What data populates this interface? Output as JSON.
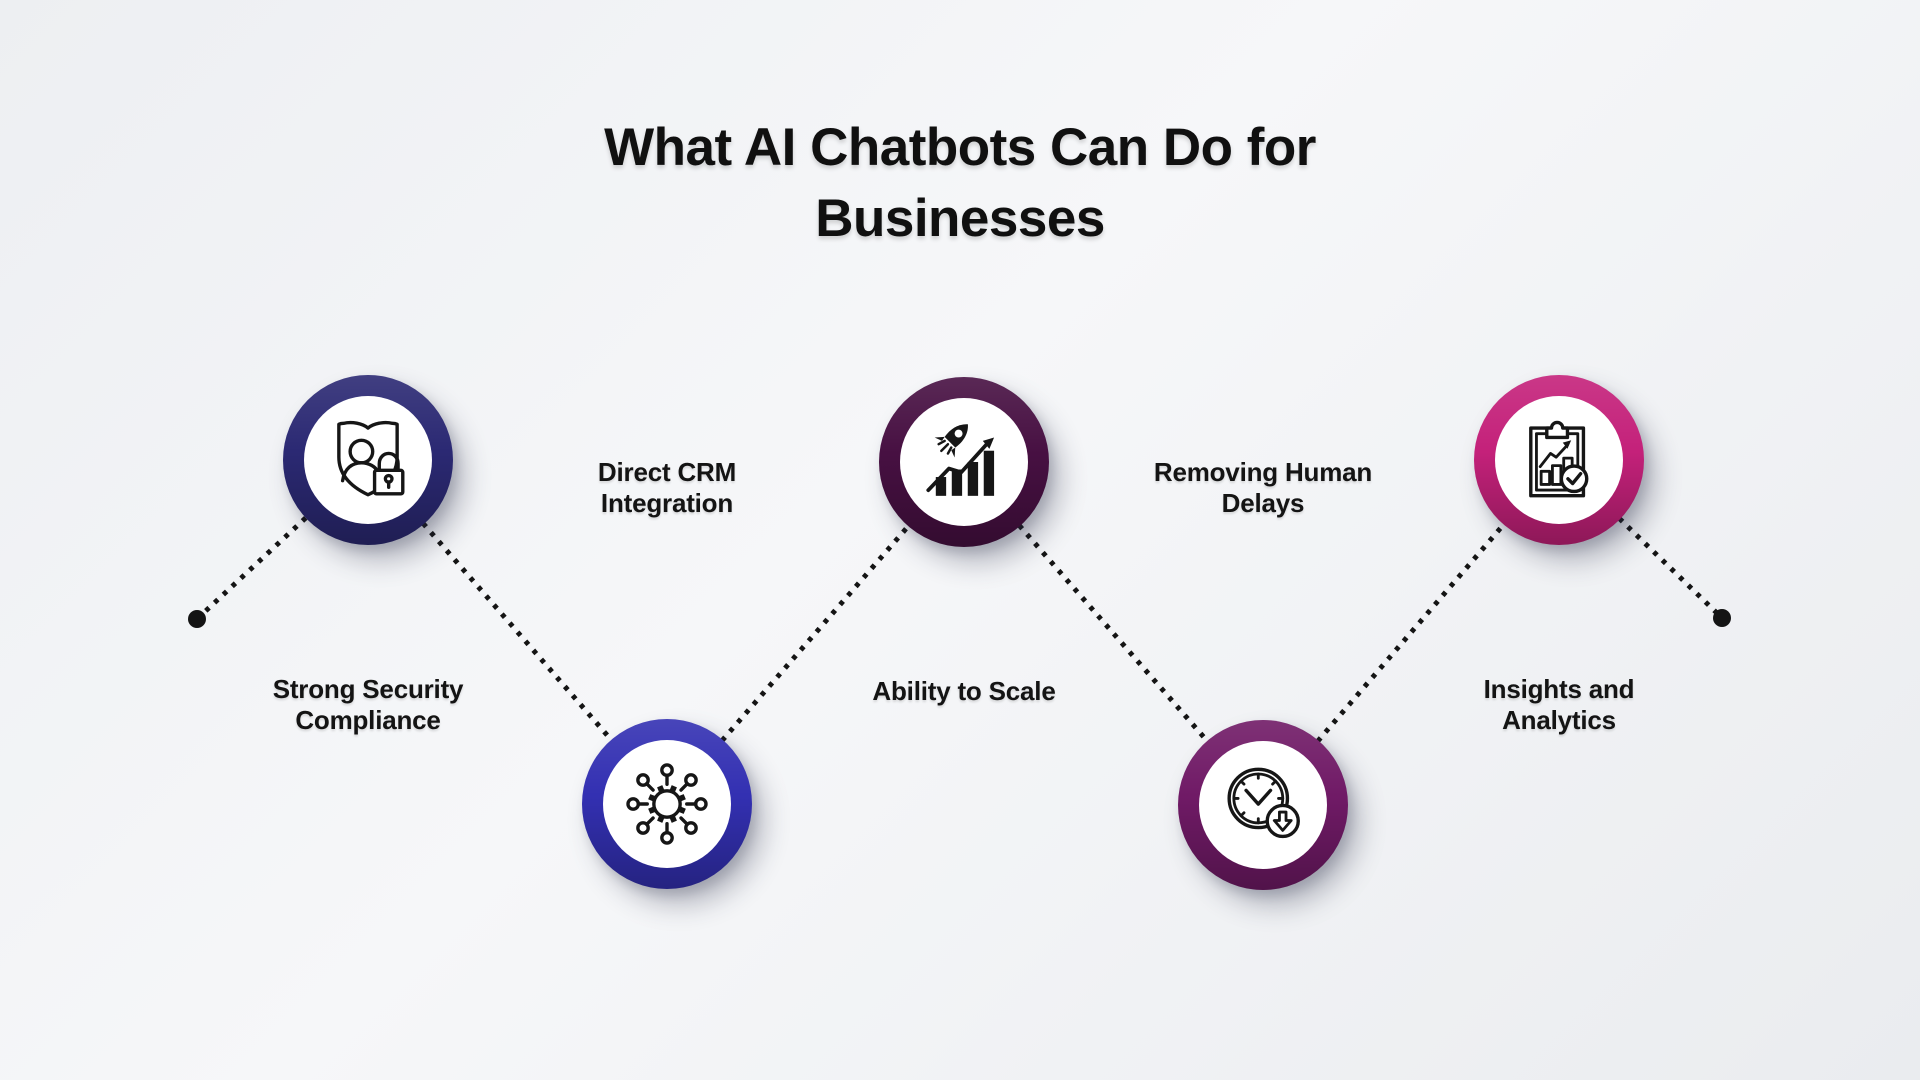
{
  "title": {
    "line1": "What AI Chatbots Can Do for",
    "line2": "Businesses"
  },
  "steps": [
    {
      "label": "Strong Security Compliance",
      "icon": "shield-user-lock-icon",
      "ring_color": "#2b2973",
      "row": "top"
    },
    {
      "label": "Direct CRM Integration",
      "icon": "network-hub-icon",
      "ring_color": "#3330b2",
      "row": "bottom"
    },
    {
      "label": "Ability to Scale",
      "icon": "rocket-growth-bars-icon",
      "ring_color": "#471042",
      "row": "top"
    },
    {
      "label": "Removing Human Delays",
      "icon": "clock-delay-icon",
      "ring_color": "#701a66",
      "row": "bottom"
    },
    {
      "label": "Insights and Analytics",
      "icon": "analytics-clipboard-check-icon",
      "ring_color": "#c4217a",
      "row": "top"
    }
  ],
  "connectors": {
    "color": "#141414",
    "style": "dotted",
    "endpoint_dots": 2
  },
  "background": {
    "base": "#eef0f3"
  },
  "icon_stroke_color": "#161616",
  "inner_circle_color": "#ffffff"
}
